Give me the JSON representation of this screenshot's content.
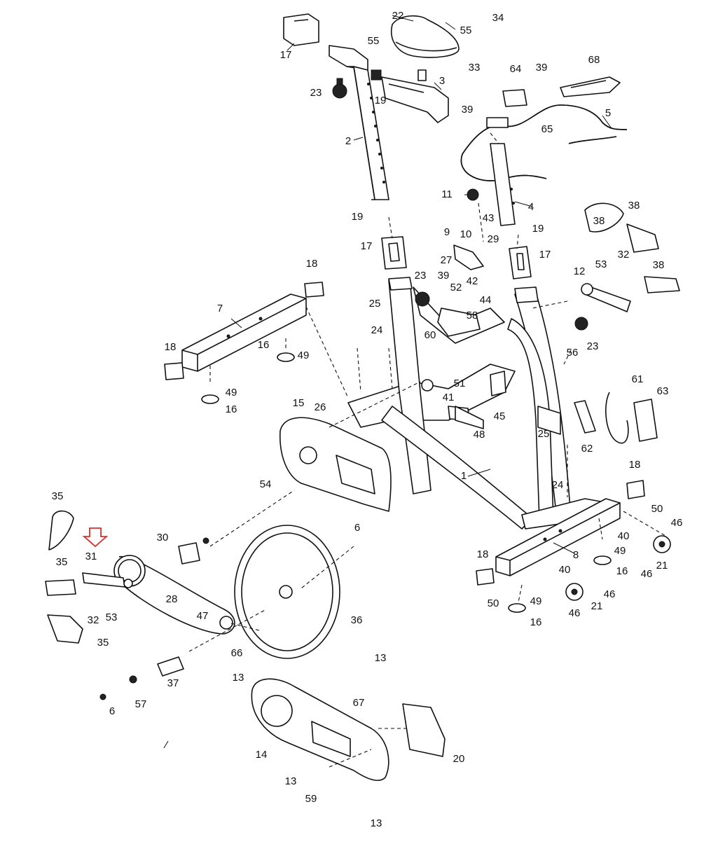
{
  "diagram": {
    "callouts": [
      "1",
      "2",
      "3",
      "4",
      "5",
      "6",
      "6",
      "7",
      "8",
      "9",
      "10",
      "11",
      "12",
      "13",
      "13",
      "13",
      "13",
      "14",
      "15",
      "16",
      "16",
      "16",
      "16",
      "17",
      "17",
      "17",
      "18",
      "18",
      "18",
      "18",
      "19",
      "19",
      "19",
      "20",
      "21",
      "21",
      "22",
      "23",
      "23",
      "23",
      "24",
      "24",
      "25",
      "25",
      "26",
      "27",
      "28",
      "29",
      "30",
      "31",
      "32",
      "32",
      "33",
      "34",
      "35",
      "35",
      "35",
      "36",
      "37",
      "38",
      "38",
      "38",
      "39",
      "39",
      "39",
      "40",
      "40",
      "41",
      "42",
      "43",
      "44",
      "45",
      "46",
      "46",
      "46",
      "46",
      "47",
      "48",
      "49",
      "49",
      "49",
      "49",
      "50",
      "50",
      "51",
      "52",
      "53",
      "53",
      "54",
      "55",
      "55",
      "56",
      "57",
      "58",
      "59",
      "60",
      "61",
      "62",
      "63",
      "64",
      "65",
      "66",
      "67",
      "68"
    ],
    "highlight_color": "#d8312b",
    "highlighted_part": "31",
    "line_color": "#111111"
  }
}
